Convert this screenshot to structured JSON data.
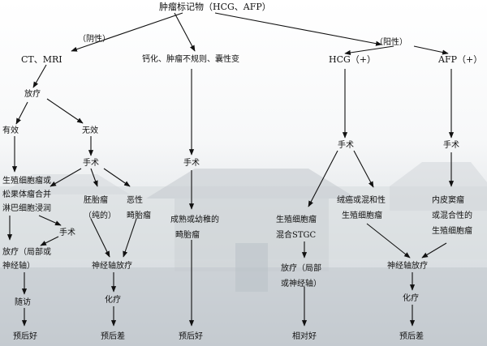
{
  "nodes": {
    "root": "肿瘤标记物（HCG、AFP）",
    "negative": "（阴性）",
    "positive": "（阳性）",
    "ct_mri": "CT、MRI",
    "calcification": "钙化、肿瘤不规则、囊性变",
    "hcg_pos": "HCG（+）",
    "afp_pos": "AFP（+）",
    "radiotherapy": "放疗",
    "effective": "有效",
    "ineffective": "无效",
    "surgery_mid": "手术",
    "surgery_center": "手术",
    "surgery_hcg": "手术",
    "surgery_afp": "手术",
    "germinoma_lines": [
      "生殖细胞瘤或",
      "松果体瘤合并",
      "淋巴细胞浸润"
    ],
    "surgery_left": "手术",
    "local_lines": [
      "放疗（局部或",
      "神经轴）"
    ],
    "teratoma_lines": [
      "胚胎瘤",
      "（纯的）"
    ],
    "malignant_lines": [
      "恶性",
      "畸胎瘤"
    ],
    "mature_lines": [
      "成熟或幼稚的",
      "畸胎瘤"
    ],
    "germ_stgc_lines": [
      "生殖细胞瘤",
      "混合STGC"
    ],
    "chorio_lines": [
      "绒癌或混和性",
      "生殖细胞瘤"
    ],
    "endo_lines": [
      "内皮窦瘤",
      "或混合性的",
      "生殖细胞瘤"
    ],
    "neuroaxis_left": "神经轴放疗",
    "neuroaxis_right": "神经轴放疗",
    "hcg_radio_lines": [
      "放疗（局部",
      "或神经轴）"
    ],
    "chemo_left": "化疗",
    "chemo_right": "化疗",
    "followup": "随访",
    "good1": "预后好",
    "poor1": "预后差",
    "good2": "预后好",
    "relgood": "相对好",
    "poor2": "预后差"
  }
}
